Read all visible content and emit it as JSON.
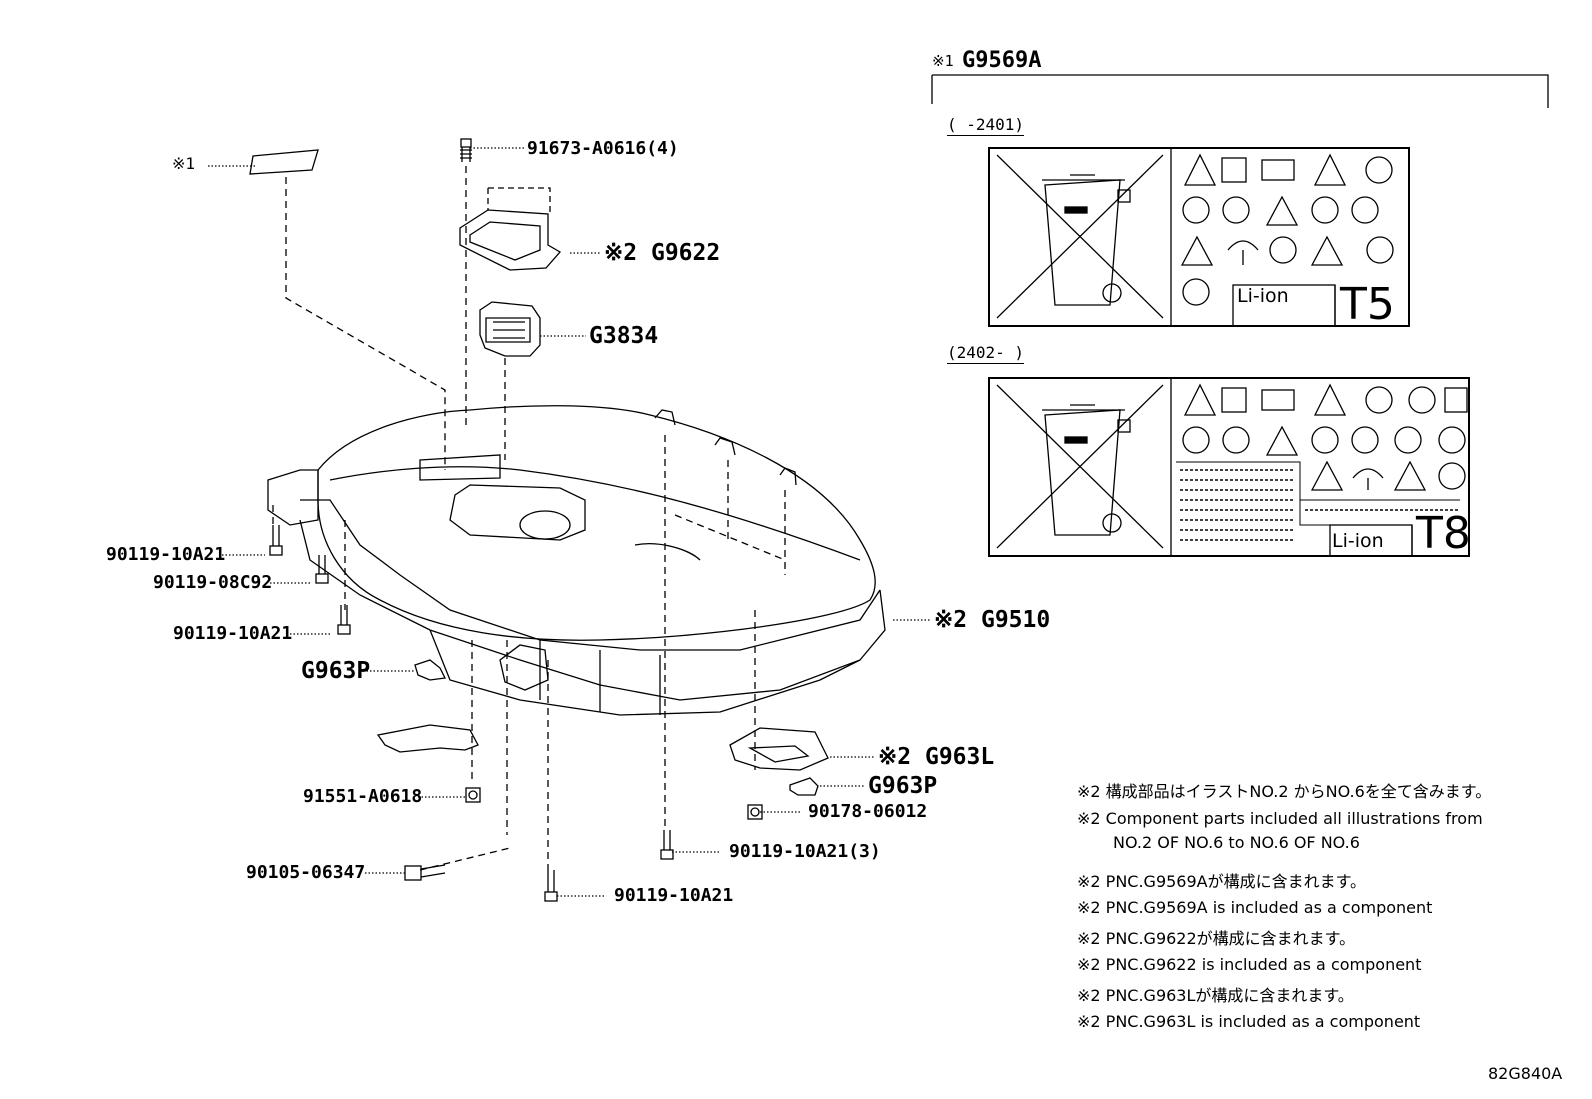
{
  "diagram_id": "82G840A",
  "header": {
    "prefix": "※1",
    "code": "G9569A"
  },
  "labels": {
    "marker1": "※1",
    "p91673": "91673-A0616(4)",
    "g9622": "※2 G9622",
    "g3834": "G3834",
    "g9510": "※2 G9510",
    "p90119a": "90119-10A21",
    "p90119_08": "90119-08C92",
    "p90119b": "90119-10A21",
    "g963p_left": "G963P",
    "g963l": "※2 G963L",
    "g963p_right": "G963P",
    "p91551": "91551-A0618",
    "p90178": "90178-06012",
    "p90119_3": "90119-10A21(3)",
    "p90105": "90105-06347",
    "p90119c": "90119-10A21"
  },
  "labels_panel": {
    "label1": {
      "date": "(     -2401)",
      "brand": "Li-ion",
      "code": "T5"
    },
    "label2": {
      "date": "(2402-     )",
      "brand": "Li-ion",
      "code": "T8"
    }
  },
  "notes": [
    "※2 構成部品はイラストNO.2 からNO.6を全て含みます。",
    "※2 Component parts included all illustrations from",
    "NO.2 OF NO.6 to NO.6 OF NO.6",
    "※2 PNC.G9569Aが構成に含まれます。",
    "※2 PNC.G9569A is included as a component",
    "※2 PNC.G9622が構成に含まれます。",
    "※2 PNC.G9622 is included as a component",
    "※2 PNC.G963Lが構成に含まれます。",
    "※2 PNC.G963L is included as a component"
  ]
}
